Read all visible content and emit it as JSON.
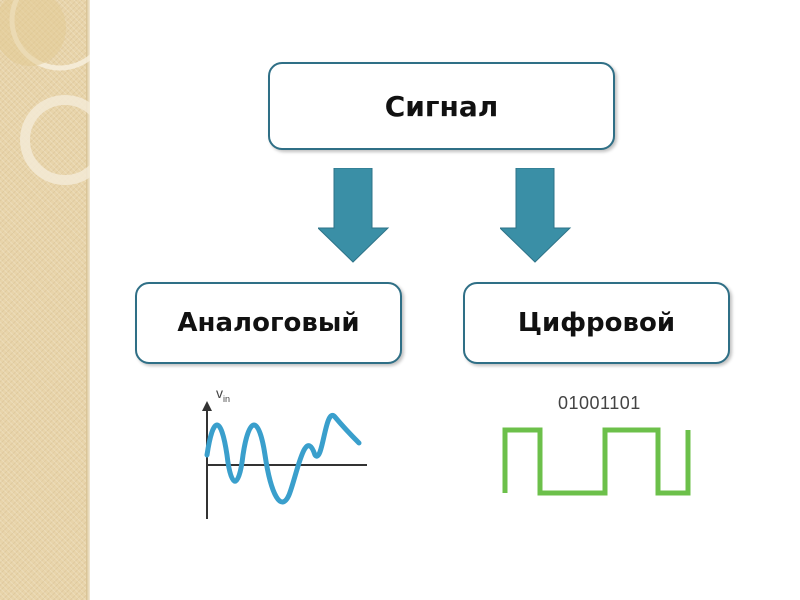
{
  "diagram": {
    "root": {
      "label": "Сигнал"
    },
    "children": [
      {
        "label": "Аналоговый"
      },
      {
        "label": "Цифровой"
      }
    ],
    "analog_plot": {
      "axis_label_main": "v",
      "axis_label_sub": "in"
    },
    "digital_plot": {
      "bit_string": "01001101"
    }
  },
  "colors": {
    "arrow": "#3a8fa6",
    "analog_wave": "#3a9fcc",
    "digital_wave": "#6cc04a",
    "box_border": "#2f6f86"
  }
}
